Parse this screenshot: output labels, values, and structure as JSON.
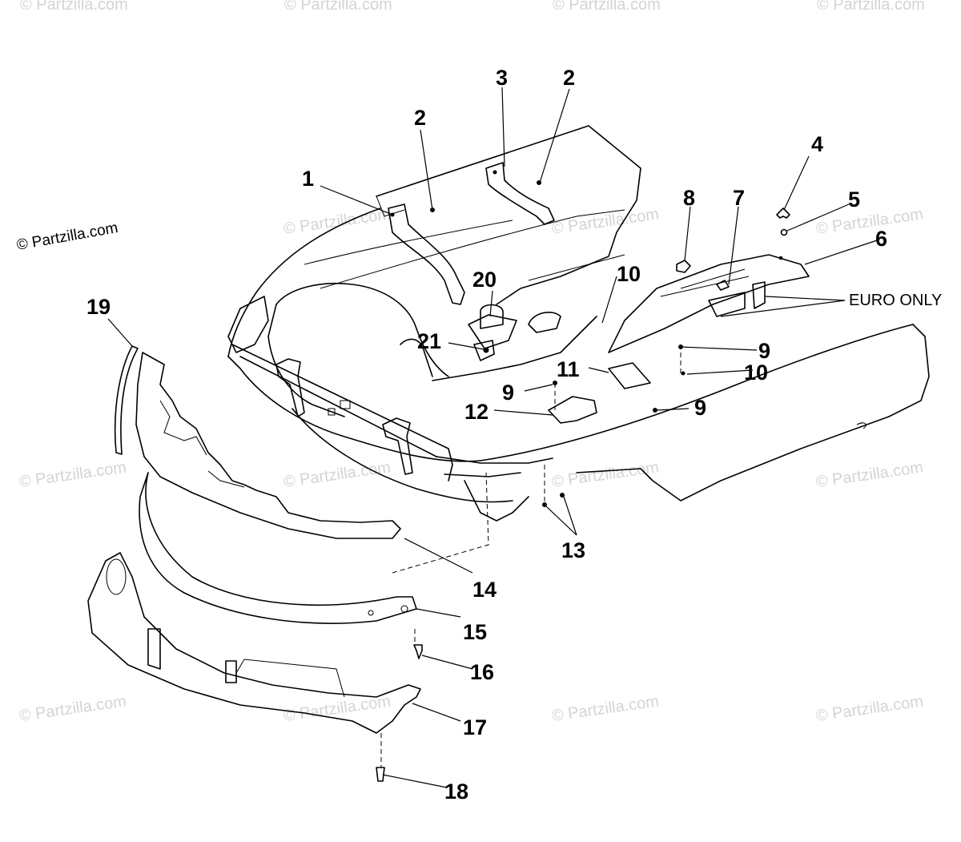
{
  "watermark": {
    "text": "© Partzilla.com"
  },
  "credit": {
    "text": "© Partzilla.com"
  },
  "callouts": [
    {
      "id": "c1",
      "text": "1"
    },
    {
      "id": "c2a",
      "text": "2"
    },
    {
      "id": "c2b",
      "text": "2"
    },
    {
      "id": "c3",
      "text": "3"
    },
    {
      "id": "c4",
      "text": "4"
    },
    {
      "id": "c5",
      "text": "5"
    },
    {
      "id": "c6",
      "text": "6"
    },
    {
      "id": "c7",
      "text": "7"
    },
    {
      "id": "c8",
      "text": "8"
    },
    {
      "id": "c9a",
      "text": "9"
    },
    {
      "id": "c9b",
      "text": "9"
    },
    {
      "id": "c9c",
      "text": "9"
    },
    {
      "id": "c10a",
      "text": "10"
    },
    {
      "id": "c10b",
      "text": "10"
    },
    {
      "id": "c11",
      "text": "11"
    },
    {
      "id": "c12",
      "text": "12"
    },
    {
      "id": "c13",
      "text": "13"
    },
    {
      "id": "c14",
      "text": "14"
    },
    {
      "id": "c15",
      "text": "15"
    },
    {
      "id": "c16",
      "text": "16"
    },
    {
      "id": "c17",
      "text": "17"
    },
    {
      "id": "c18",
      "text": "18"
    },
    {
      "id": "c19",
      "text": "19"
    },
    {
      "id": "c20",
      "text": "20"
    },
    {
      "id": "c21",
      "text": "21"
    }
  ],
  "note": {
    "text": "EURO ONLY"
  }
}
